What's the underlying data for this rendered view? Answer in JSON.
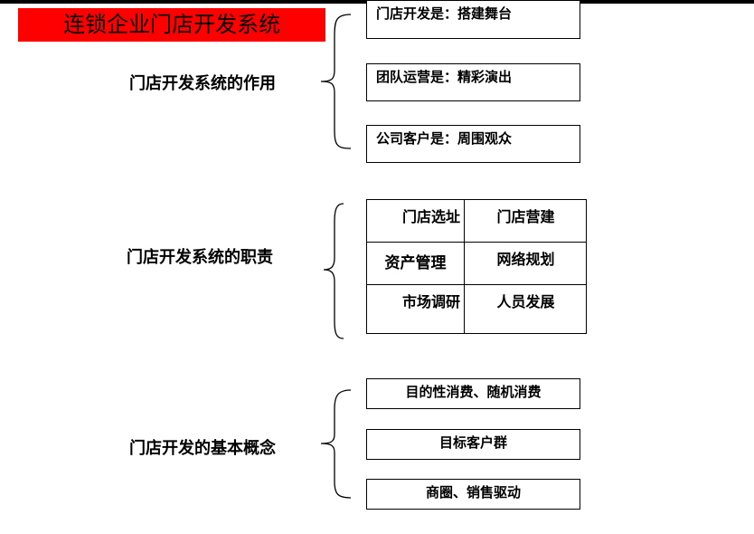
{
  "title": "连锁企业门店开发系统",
  "sections": [
    {
      "label": "门店开发系统的作用",
      "items": [
        "门店开发是：搭建舞台",
        "团队运营是：精彩演出",
        "公司客户是：周围观众"
      ]
    },
    {
      "label": "门店开发系统的职责",
      "grid": [
        [
          "门店选址",
          "门店营建"
        ],
        [
          "资产管理",
          "网络规划"
        ],
        [
          "市场调研",
          "人员发展"
        ]
      ]
    },
    {
      "label": "门店开发的基本概念",
      "items": [
        "目的性消费、随机消费",
        "目标客户群",
        "商圈、销售驱动"
      ]
    }
  ]
}
